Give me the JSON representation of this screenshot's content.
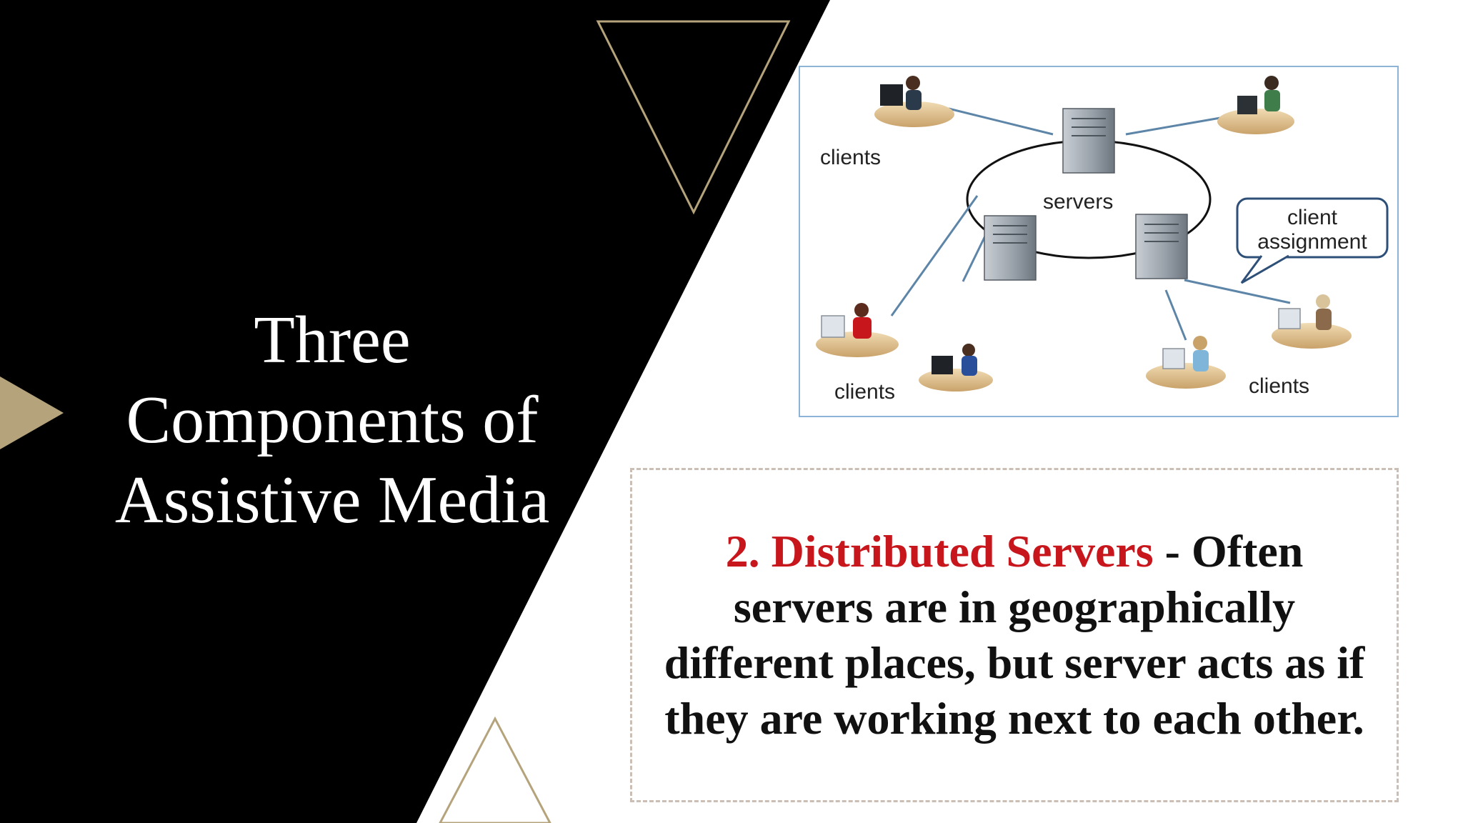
{
  "slide": {
    "title_lines": [
      "Three",
      "Components of",
      "Assistive Media"
    ],
    "body": {
      "heading": "2. Distributed Servers",
      "separator": " - ",
      "text": "Often servers are in geographically different places, but server acts as if they are working next to each other."
    },
    "diagram": {
      "labels": {
        "clients_top": "clients",
        "servers": "servers",
        "callout_line1": "client",
        "callout_line2": "assignment",
        "clients_bottom_left": "clients",
        "clients_bottom_right": "clients"
      }
    },
    "colors": {
      "background_dark": "#000000",
      "background_light": "#ffffff",
      "accent_gold": "#b5a37c",
      "heading_red": "#c8161d",
      "diagram_border": "#8db3d6"
    }
  }
}
